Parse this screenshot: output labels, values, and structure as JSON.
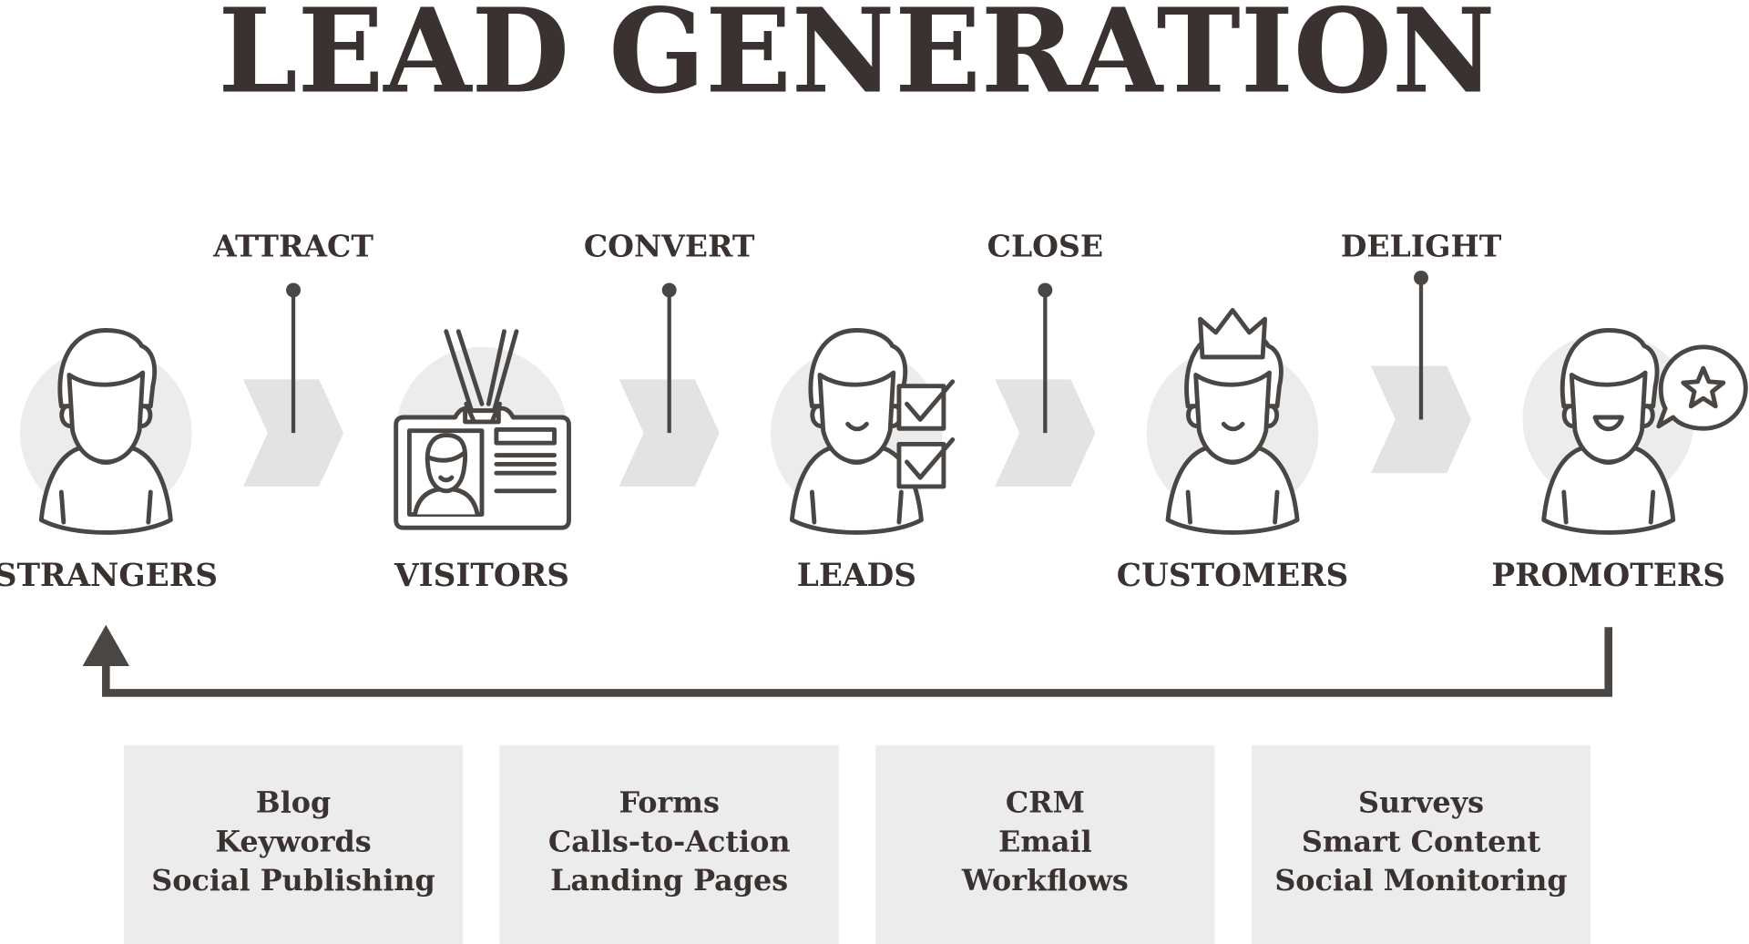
{
  "title": "LEAD GENERATION",
  "stages": [
    {
      "label": "STRANGERS"
    },
    {
      "label": "VISITORS"
    },
    {
      "label": "LEADS"
    },
    {
      "label": "CUSTOMERS"
    },
    {
      "label": "PROMOTERS"
    }
  ],
  "steps": [
    {
      "label": "ATTRACT",
      "tools": [
        "Blog",
        "Keywords",
        "Social Publishing"
      ]
    },
    {
      "label": "CONVERT",
      "tools": [
        "Forms",
        "Calls-to-Action",
        "Landing Pages"
      ]
    },
    {
      "label": "CLOSE",
      "tools": [
        "CRM",
        "Email",
        "Workflows"
      ]
    },
    {
      "label": "DELIGHT",
      "tools": [
        "Surveys",
        "Smart Content",
        "Social Monitoring"
      ]
    }
  ],
  "colors": {
    "text": "#3a3231",
    "line": "#4a4644",
    "circle": "#ececec",
    "chevron": "#e3e3e3",
    "box": "#ececec"
  }
}
